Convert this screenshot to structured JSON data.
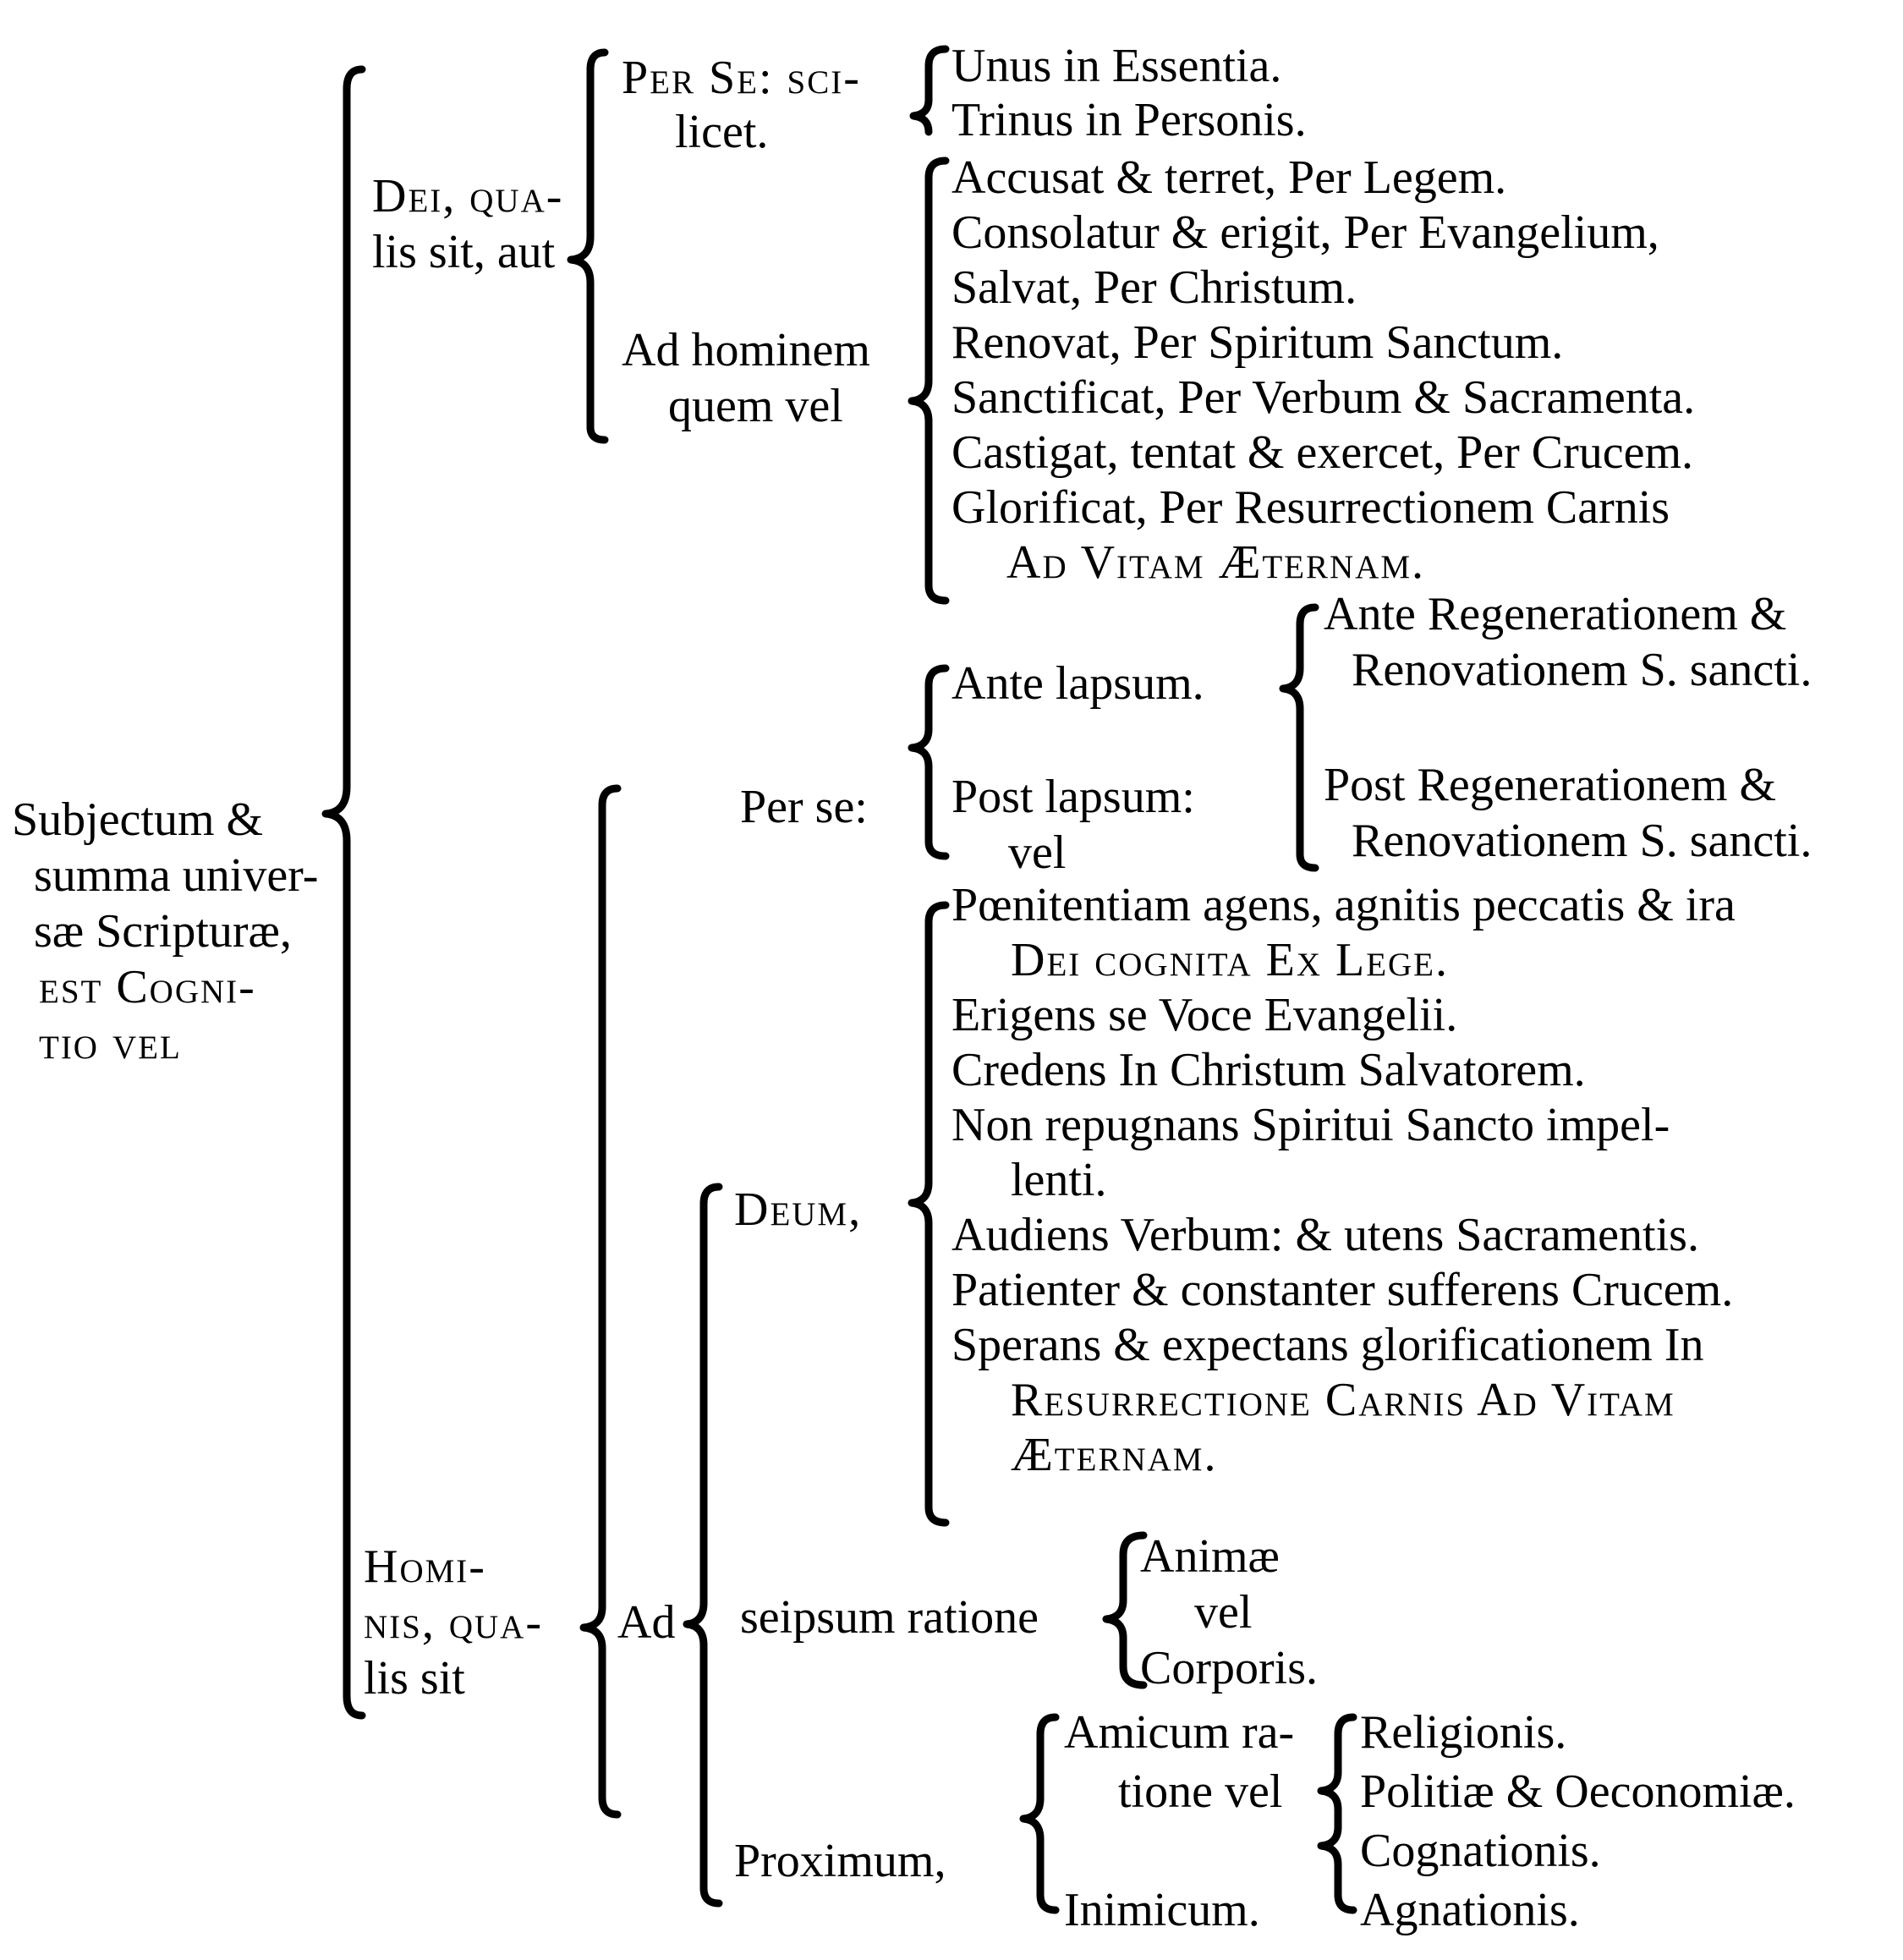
{
  "root": {
    "lines": [
      "Subjectum &",
      "summa univer-",
      "sæ Scripturæ,",
      "est Cogni-",
      "tio vel"
    ]
  },
  "dei": {
    "lines": [
      "Dei, qua-",
      "lis sit, aut"
    ],
    "per_se": {
      "lines": [
        "Per Se: sci-",
        "licet."
      ],
      "items": [
        "Unus in Essentia.",
        "Trinus in Personis."
      ]
    },
    "ad_hominem": {
      "lines": [
        "Ad hominem",
        "quem vel"
      ],
      "items": [
        "Accusat & terret, Per Legem.",
        "Consolatur & erigit, Per Evangelium,",
        "Salvat, Per Christum.",
        "Renovat, Per Spiritum Sanctum.",
        "Sanctificat, Per Verbum & Sacramenta.",
        "Castigat, tentat & exercet, Per Crucem.",
        "Glorificat, Per Resurrectionem Carnis",
        "Ad Vitam Æternam."
      ]
    }
  },
  "hominis": {
    "lines": [
      "Homi-",
      "nis, qua-",
      "lis sit"
    ],
    "per_se": {
      "label": "Per se:",
      "ante_lapsum": "Ante lapsum.",
      "post_lapsum_lines": [
        "Post lapsum:",
        "vel"
      ],
      "regen_items": [
        [
          "Ante Regenerationem &",
          "Renovationem S. sancti."
        ],
        [
          "Post Regenerationem &",
          "Renovationem S. sancti."
        ]
      ]
    },
    "ad": {
      "label": "Ad",
      "deum": {
        "label": "Deum,",
        "items": [
          "Pœnitentiam agens, agnitis peccatis & ira",
          "Dei cognita Ex Lege.",
          "Erigens se Voce Evangelii.",
          "Credens In Christum Salvatorem.",
          "Non repugnans Spiritui Sancto impel-",
          "lenti.",
          "Audiens Verbum: & utens Sacramentis.",
          "Patienter & constanter sufferens Crucem.",
          "Sperans & expectans glorificationem In",
          "Resurrectione Carnis Ad Vitam",
          "Æternam."
        ]
      },
      "seipsum": {
        "label": "seipsum ratione",
        "items": [
          "Animæ",
          "vel",
          "Corporis."
        ]
      },
      "proximum": {
        "label": "Proximum,",
        "amicum_lines": [
          "Amicum ra-",
          "tione vel"
        ],
        "inimicum": "Inimicum.",
        "items": [
          "Religionis.",
          "Politiæ & Oeconomiæ.",
          "Cognationis.",
          "Agnationis."
        ]
      }
    }
  }
}
